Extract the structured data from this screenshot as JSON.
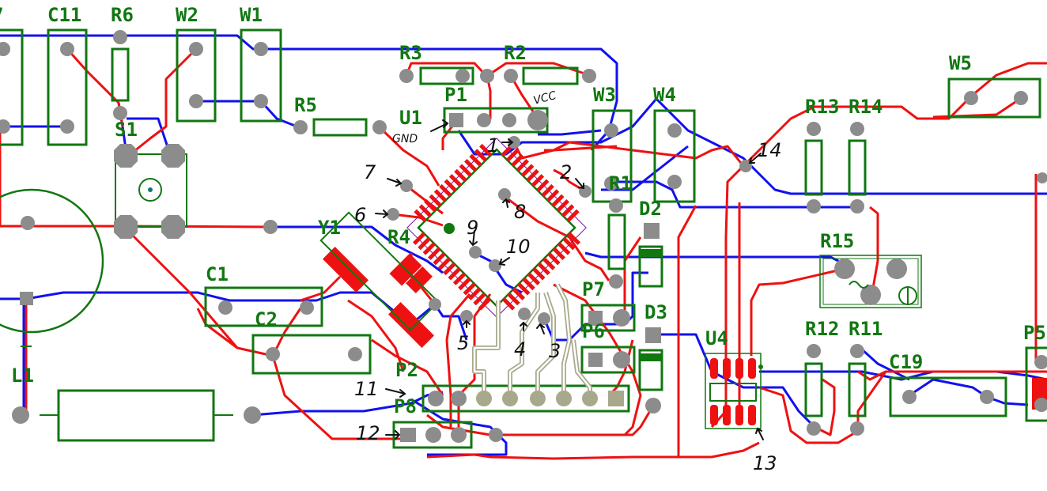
{
  "colors": {
    "top_trace": "#ee1111",
    "bottom_trace": "#1111ee",
    "silk": "#117711",
    "pad": "#8c8c8c",
    "connector_pad": "#a8a88c",
    "ink": "#111111",
    "background": "#ffffff"
  },
  "components": {
    "c11": "C11",
    "r6": "R6",
    "w2": "W2",
    "w1": "W1",
    "s1": "S1",
    "r5": "R5",
    "r3": "R3",
    "r2": "R2",
    "p1": "P1",
    "u1": "U1",
    "w3": "W3",
    "w4": "W4",
    "r1": "R1",
    "d2": "D2",
    "w5": "W5",
    "r13": "R13",
    "r14": "R14",
    "r15": "R15",
    "y1": "Y1",
    "r4": "R4",
    "c1": "C1",
    "c2": "C2",
    "l1": "L1",
    "p2": "P2",
    "p8": "P8",
    "p7": "P7",
    "p6": "P6",
    "d3": "D3",
    "u4": "U4",
    "r12": "R12",
    "r11": "R11",
    "c19": "C19",
    "p_right": "P5",
    "left_cut": "7"
  },
  "annotations": {
    "gnd": "GND",
    "vcc": "VCC",
    "n1": "1",
    "n2": "2",
    "n3": "3",
    "n4": "4",
    "n5": "5",
    "n6": "6",
    "n7": "7",
    "n8": "8",
    "n9": "9",
    "n10": "10",
    "n11": "11",
    "n12": "12",
    "n13": "13",
    "n14": "14"
  }
}
